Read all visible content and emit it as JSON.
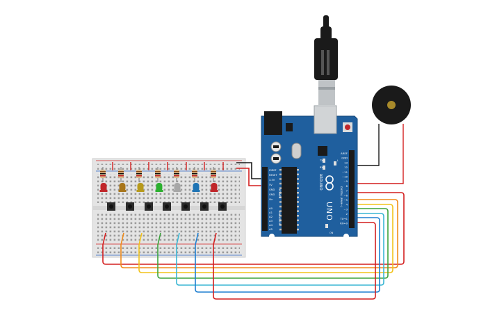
{
  "arduino": {
    "model": "UNO",
    "brand": "ARDUINO",
    "power_header": [
      "IOREF",
      "RESET",
      "3.3V",
      "5V",
      "GND",
      "GND",
      "Vin"
    ],
    "power_title": "POWER",
    "analog_header": [
      "A0",
      "A1",
      "A2",
      "A3",
      "A4",
      "A5"
    ],
    "analog_title": "ANALOG IN",
    "digital_header": [
      "AREF",
      "GND",
      "13",
      "12",
      "~11",
      "~10",
      "~9",
      "8",
      "7",
      "~6",
      "~5",
      "4",
      "~3",
      "2",
      "TX→1",
      "RX←0"
    ],
    "digital_title": "DIGITAL (PWM~)",
    "tx_label": "TX",
    "rx_label": "RX",
    "l_label": "L",
    "on_label": "ON",
    "color_board": "#1f5f9e"
  },
  "breadboard": {
    "led_colors": [
      "#c0262a",
      "#a8761b",
      "#b79a1c",
      "#2bb02f",
      "#a7a7a7",
      "#1f74b4",
      "#c0262a"
    ],
    "button_count": 7
  },
  "wires": {
    "colors": [
      "#d41f1f",
      "#f08c1c",
      "#f2c31c",
      "#3ca33c",
      "#3ab6d3",
      "#1f7fd1",
      "#d41f1f"
    ]
  },
  "buzzer": {
    "color": "#1a1a1a",
    "center_color": "#a88a2a"
  }
}
